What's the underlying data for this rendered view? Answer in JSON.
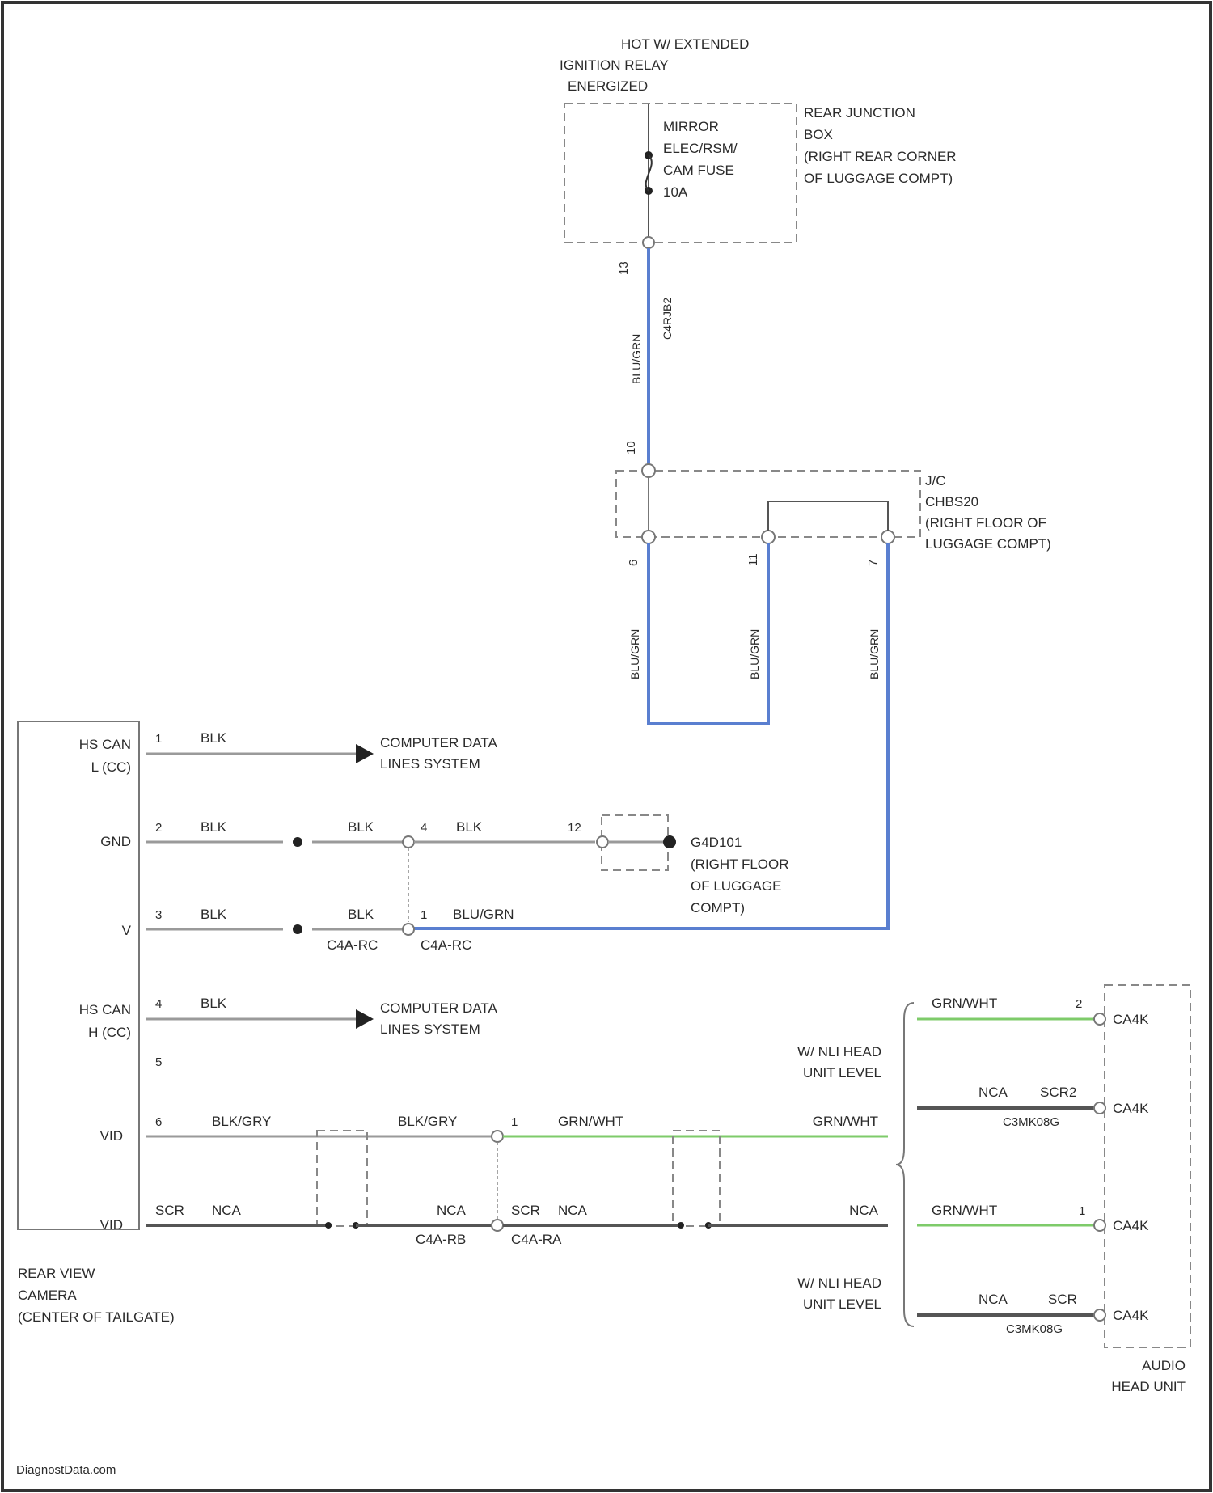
{
  "colors": {
    "blue_wire": "#5a7fd0",
    "green_wire": "#7ecb6a",
    "black_wire": "#555555",
    "gray_wire": "#9a9a9a",
    "border": "#333333"
  },
  "power": {
    "hot_line1": "HOT W/ EXTENDED",
    "hot_line2": "IGNITION RELAY",
    "hot_line3": "ENERGIZED"
  },
  "fuse": {
    "line1": "MIRROR",
    "line2": "ELEC/RSM/",
    "line3": "CAM FUSE",
    "line4": "10A"
  },
  "rear_junction_box": {
    "line1": "REAR JUNCTION",
    "line2": "BOX",
    "line3": "(RIGHT REAR CORNER",
    "line4": "OF LUGGAGE COMPT)"
  },
  "rjb_wire": {
    "pin": "13",
    "color": "BLU/GRN",
    "connector": "C4RJB2"
  },
  "joint_connector": {
    "top_pin": "10",
    "line1": "J/C",
    "line2": "CHBS20",
    "line3": "(RIGHT FLOOR OF",
    "line4": "LUGGAGE COMPT)",
    "pins": [
      "6",
      "11",
      "7"
    ],
    "wire_colors": [
      "BLU/GRN",
      "BLU/GRN",
      "BLU/GRN"
    ]
  },
  "camera": {
    "pins": [
      {
        "label1": "HS CAN",
        "label2": "L (CC)",
        "num": "1",
        "wire": "BLK"
      },
      {
        "label1": "GND",
        "label2": "",
        "num": "2",
        "wire": "BLK"
      },
      {
        "label1": "V",
        "label2": "",
        "num": "3",
        "wire": "BLK"
      },
      {
        "label1": "HS CAN",
        "label2": "H (CC)",
        "num": "4",
        "wire": "BLK"
      },
      {
        "label1": "",
        "label2": "",
        "num": "5",
        "wire": ""
      },
      {
        "label1": "VID",
        "label2": "",
        "num": "6",
        "wire": "BLK/GRY"
      },
      {
        "label1": "VID",
        "label2": "",
        "num": "",
        "wire": "SCR"
      }
    ],
    "name1": "REAR VIEW",
    "name2": "CAMERA",
    "name3": "(CENTER OF TAILGATE)"
  },
  "data_lines": {
    "line1": "COMPUTER DATA",
    "line2": "LINES SYSTEM"
  },
  "ground_row": {
    "wire2": "BLK",
    "pin4": "4",
    "wire3": "BLK",
    "pin12": "12",
    "ground_name1": "G4D101",
    "ground_name2": "(RIGHT FLOOR",
    "ground_name3": "OF LUGGAGE",
    "ground_name4": "COMPT)"
  },
  "power_row": {
    "wire2": "BLK",
    "conn_left": "C4A-RC",
    "pin1": "1",
    "wire3": "BLU/GRN",
    "conn_right": "C4A-RC"
  },
  "video_row": {
    "wire2": "BLK/GRY",
    "pin1": "1",
    "wire3": "GRN/WHT",
    "wire4": "GRN/WHT"
  },
  "shield_row": {
    "nca1": "NCA",
    "nca2": "NCA",
    "conn_left": "C4A-RB",
    "scr2": "SCR",
    "nca3": "NCA",
    "conn_right": "C4A-RA",
    "nca4": "NCA"
  },
  "head_unit": {
    "upper_level1": "W/ NLI HEAD",
    "upper_level2": "UNIT LEVEL",
    "lower_level1": "W/ NLI HEAD",
    "lower_level2": "UNIT LEVEL",
    "rows": [
      {
        "wire": "GRN/WHT",
        "pin": "2",
        "conn": "CA4K",
        "scr": "",
        "sub": ""
      },
      {
        "wire": "NCA",
        "pin": "",
        "conn": "CA4K",
        "scr": "SCR2",
        "sub": "C3MK08G"
      },
      {
        "wire": "GRN/WHT",
        "pin": "1",
        "conn": "CA4K",
        "scr": "",
        "sub": ""
      },
      {
        "wire": "NCA",
        "pin": "",
        "conn": "CA4K",
        "scr": "SCR",
        "sub": "C3MK08G"
      }
    ],
    "name1": "AUDIO",
    "name2": "HEAD UNIT"
  },
  "footer": {
    "source": "DiagnostData.com"
  }
}
